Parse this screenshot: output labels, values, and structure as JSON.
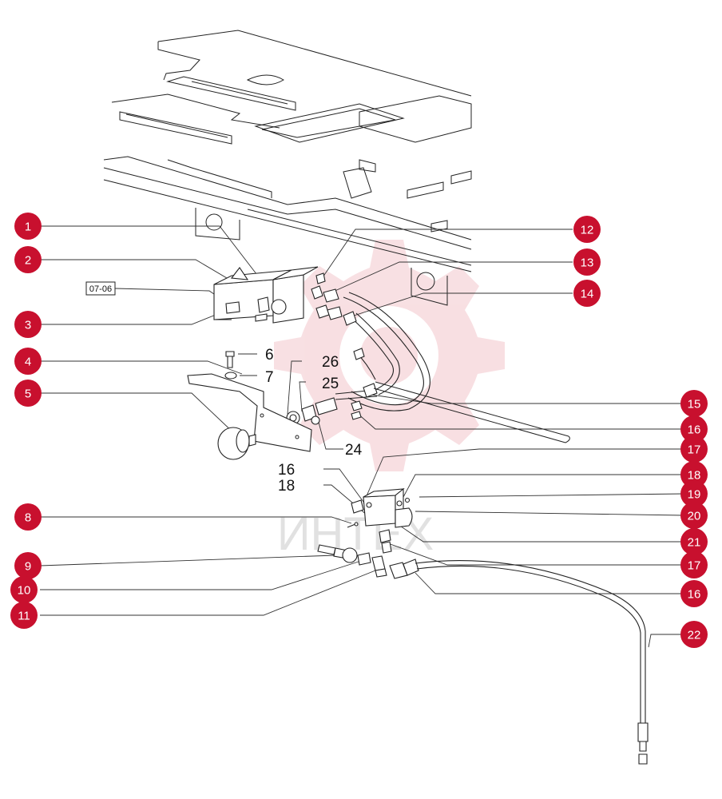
{
  "colors": {
    "callout_fill": "#c8102e",
    "callout_text": "#ffffff",
    "line": "#222222",
    "watermark": "#e8a5ad"
  },
  "watermark_text": "ИНТЕХ",
  "ref_box_label": "07-06",
  "callouts_circle": [
    {
      "label": "1"
    },
    {
      "label": "2"
    },
    {
      "label": "3"
    },
    {
      "label": "4"
    },
    {
      "label": "5"
    },
    {
      "label": "8"
    },
    {
      "label": "9"
    },
    {
      "label": "10"
    },
    {
      "label": "11"
    },
    {
      "label": "12"
    },
    {
      "label": "13"
    },
    {
      "label": "14"
    },
    {
      "label": "15"
    },
    {
      "label": "16"
    },
    {
      "label": "17"
    },
    {
      "label": "18"
    },
    {
      "label": "19"
    },
    {
      "label": "20"
    },
    {
      "label": "21"
    },
    {
      "label": "17"
    },
    {
      "label": "16"
    },
    {
      "label": "22"
    }
  ],
  "callouts_plain": [
    {
      "label": "6"
    },
    {
      "label": "7"
    },
    {
      "label": "26"
    },
    {
      "label": "25"
    },
    {
      "label": "24"
    },
    {
      "label": "16"
    },
    {
      "label": "18"
    }
  ]
}
